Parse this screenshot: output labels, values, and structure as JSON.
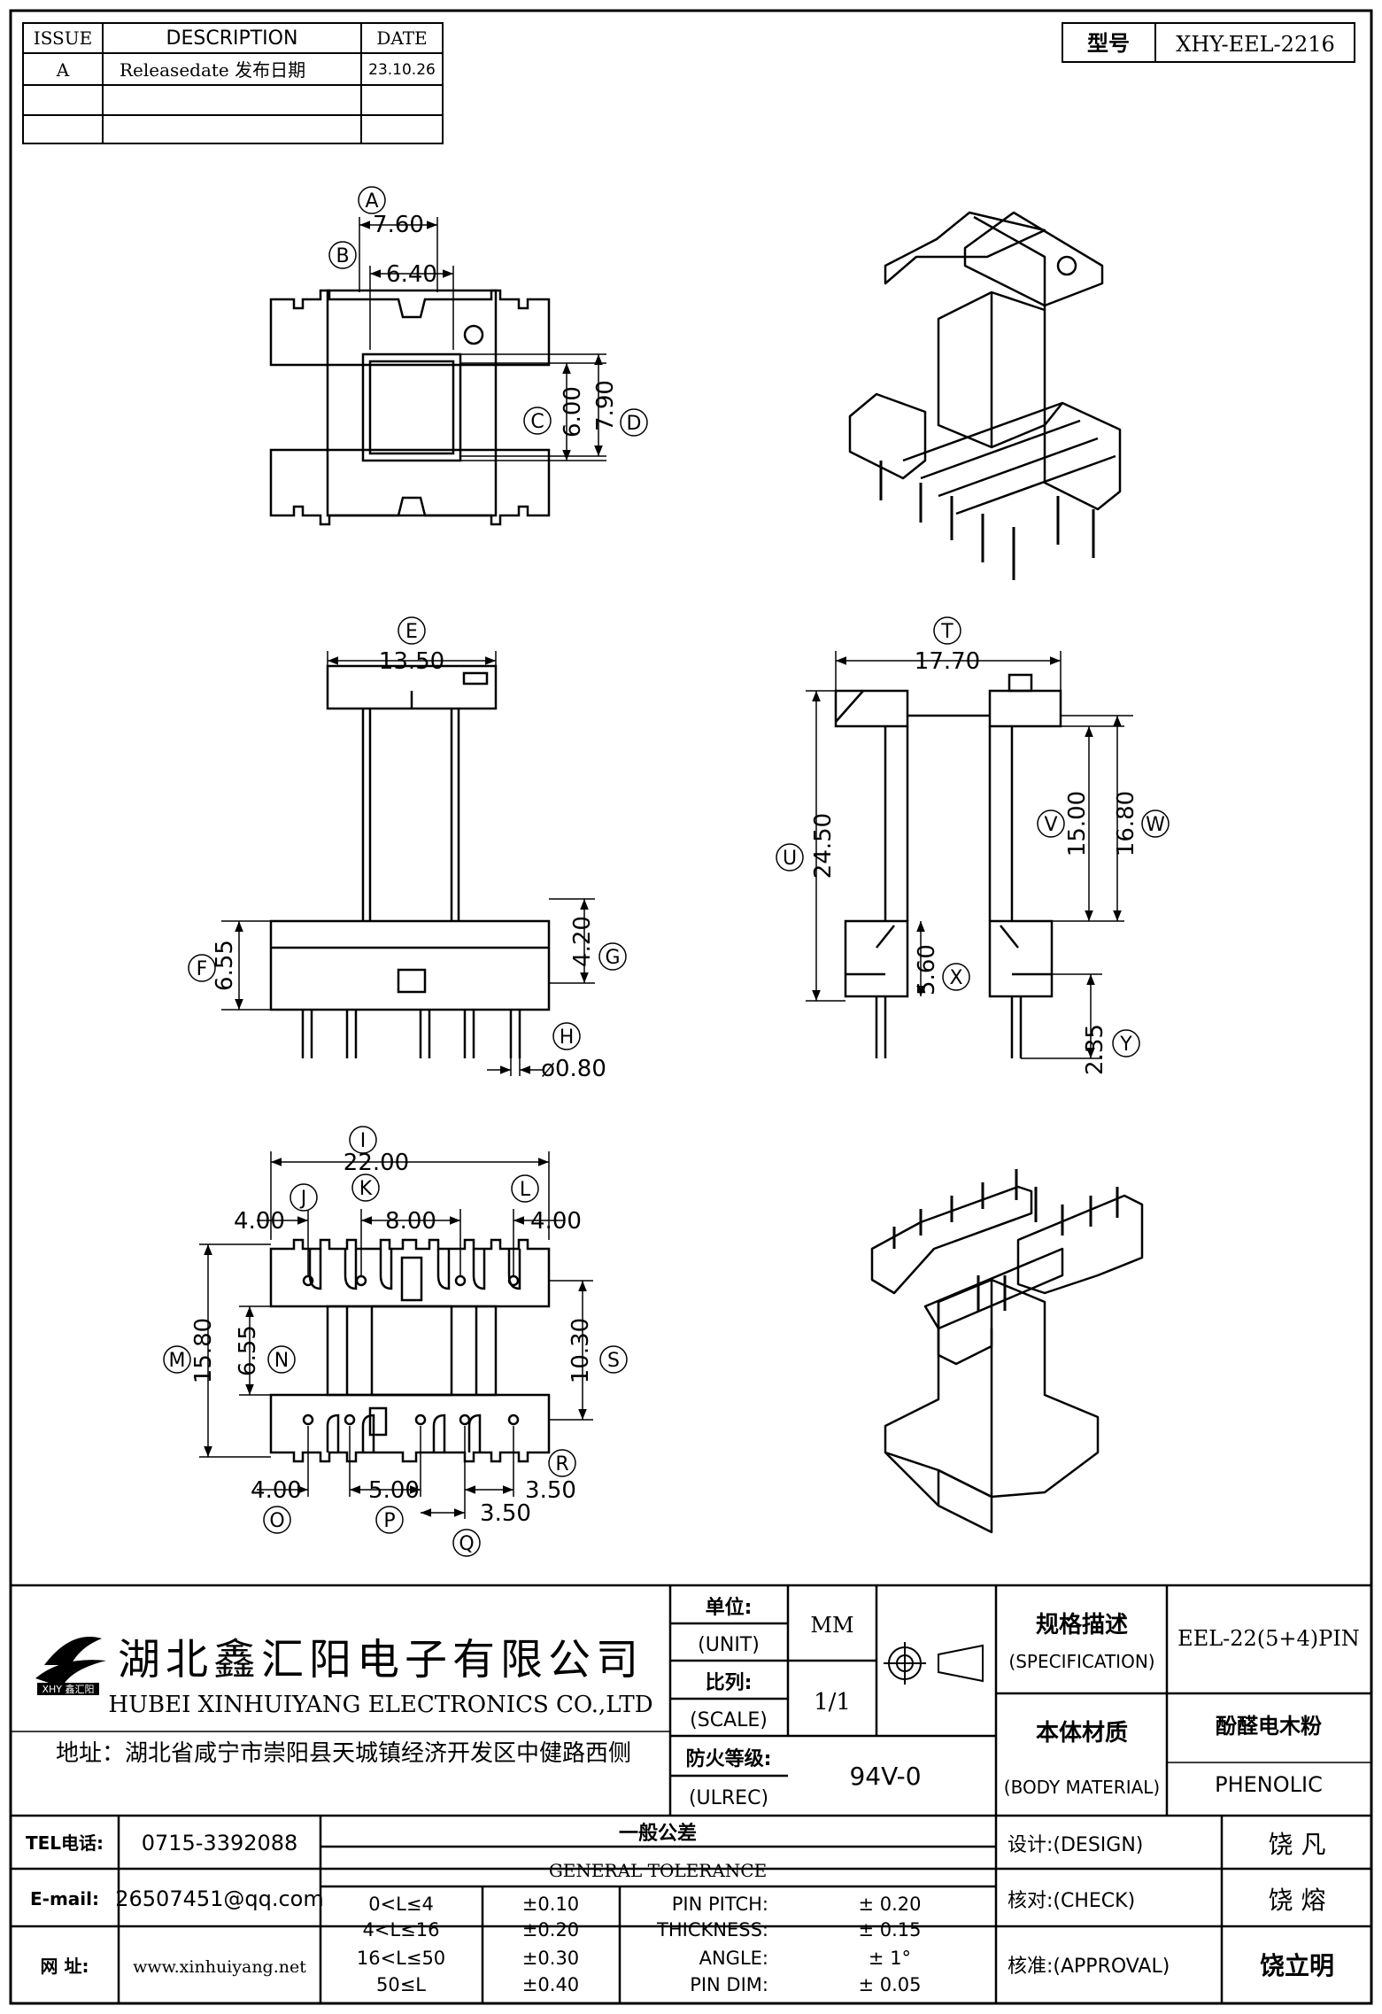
{
  "revision_table": {
    "headers": {
      "issue": "ISSUE",
      "description": "DESCRIPTION",
      "date": "DATE"
    },
    "rows": [
      {
        "issue": "A",
        "description": "Releasedate 发布日期",
        "date": "23.10.26"
      },
      {
        "issue": "",
        "description": "",
        "date": ""
      },
      {
        "issue": "",
        "description": "",
        "date": ""
      }
    ]
  },
  "model": {
    "label": "型号",
    "value": "XHY-EEL-2216"
  },
  "dimensions": {
    "top_view": {
      "A": {
        "label": "A",
        "value": "7.60"
      },
      "B": {
        "label": "B",
        "value": "6.40"
      },
      "C": {
        "label": "C",
        "value": "6.00"
      },
      "D": {
        "label": "D",
        "value": "7.90"
      }
    },
    "front_view": {
      "E": {
        "label": "E",
        "value": "13.50"
      },
      "F": {
        "label": "F",
        "value": "6.55"
      },
      "G": {
        "label": "G",
        "value": "4.20"
      },
      "H": {
        "label": "H",
        "value": "ø0.80"
      }
    },
    "side_view": {
      "T": {
        "label": "T",
        "value": "17.70"
      },
      "U": {
        "label": "U",
        "value": "24.50"
      },
      "V": {
        "label": "V",
        "value": "15.00"
      },
      "W": {
        "label": "W",
        "value": "16.80"
      },
      "X": {
        "label": "X",
        "value": "5.60"
      },
      "Y": {
        "label": "Y",
        "value": "2.35"
      }
    },
    "bottom_view": {
      "I": {
        "label": "I",
        "value": "22.00"
      },
      "J": {
        "label": "J",
        "value": "4.00"
      },
      "K": {
        "label": "K",
        "value": "8.00"
      },
      "L": {
        "label": "L",
        "value": "4.00"
      },
      "M": {
        "label": "M",
        "value": "15.80"
      },
      "N": {
        "label": "N",
        "value": "6.55"
      },
      "S": {
        "label": "S",
        "value": "10.30"
      },
      "O": {
        "label": "O",
        "value": "4.00"
      },
      "P": {
        "label": "P",
        "value": "5.00"
      },
      "Q": {
        "label": "Q",
        "value": "3.50"
      },
      "R": {
        "label": "R",
        "value": "3.50"
      }
    }
  },
  "company": {
    "name_cn": "湖北鑫汇阳电子有限公司",
    "name_en": "HUBEI XINHUIYANG ELECTRONICS CO.,LTD",
    "logo_text": "XHY 鑫汇阳",
    "address": "地址：湖北省咸宁市崇阳县天城镇经济开发区中健路西侧"
  },
  "specs": {
    "unit_label_cn": "单位:",
    "unit_label_en": "(UNIT)",
    "unit_value": "MM",
    "scale_label_cn": "比列:",
    "scale_label_en": "(SCALE)",
    "scale_value": "1/1",
    "ul_label_cn": "防火等级:",
    "ul_label_en": "(ULREC)",
    "ul_value": "94V-0",
    "spec_label_cn": "规格描述",
    "spec_label_en": "(SPECIFICATION)",
    "spec_value": "EEL-22(5+4)PIN",
    "material_label_cn": "本体材质",
    "material_label_en": "(BODY MATERIAL)",
    "material_value_cn": "酚醛电木粉",
    "material_value_en": "PHENOLIC"
  },
  "contact": {
    "tel_label": "TEL电话:",
    "tel_value": "0715-3392088",
    "email_label": "E-mail:",
    "email_value": "26507451@qq.com",
    "web_label": "网  址:",
    "web_value": "www.xinhuiyang.net"
  },
  "tolerance": {
    "title_cn": "一般公差",
    "title_en": "GENERAL TOLERANCE",
    "ranges": [
      {
        "range": "0<L≤4",
        "tol": "±0.10"
      },
      {
        "range": "4<L≤16",
        "tol": "±0.20"
      },
      {
        "range": "16<L≤50",
        "tol": "±0.30"
      },
      {
        "range": "50≤L",
        "tol": "±0.40"
      }
    ],
    "items": [
      {
        "name": "PIN PITCH:",
        "tol": "±  0.20"
      },
      {
        "name": "THICKNESS:",
        "tol": "±  0.15"
      },
      {
        "name": "ANGLE:",
        "tol": "±  1°"
      },
      {
        "name": "PIN DIM:",
        "tol": "±  0.05"
      }
    ]
  },
  "signoff": {
    "design_label": "设计:(DESIGN)",
    "design_name": "饶  凡",
    "check_label": "核对:(CHECK)",
    "check_name": "饶  熔",
    "approval_label": "核准:(APPROVAL)",
    "approval_name": "饶立明"
  }
}
